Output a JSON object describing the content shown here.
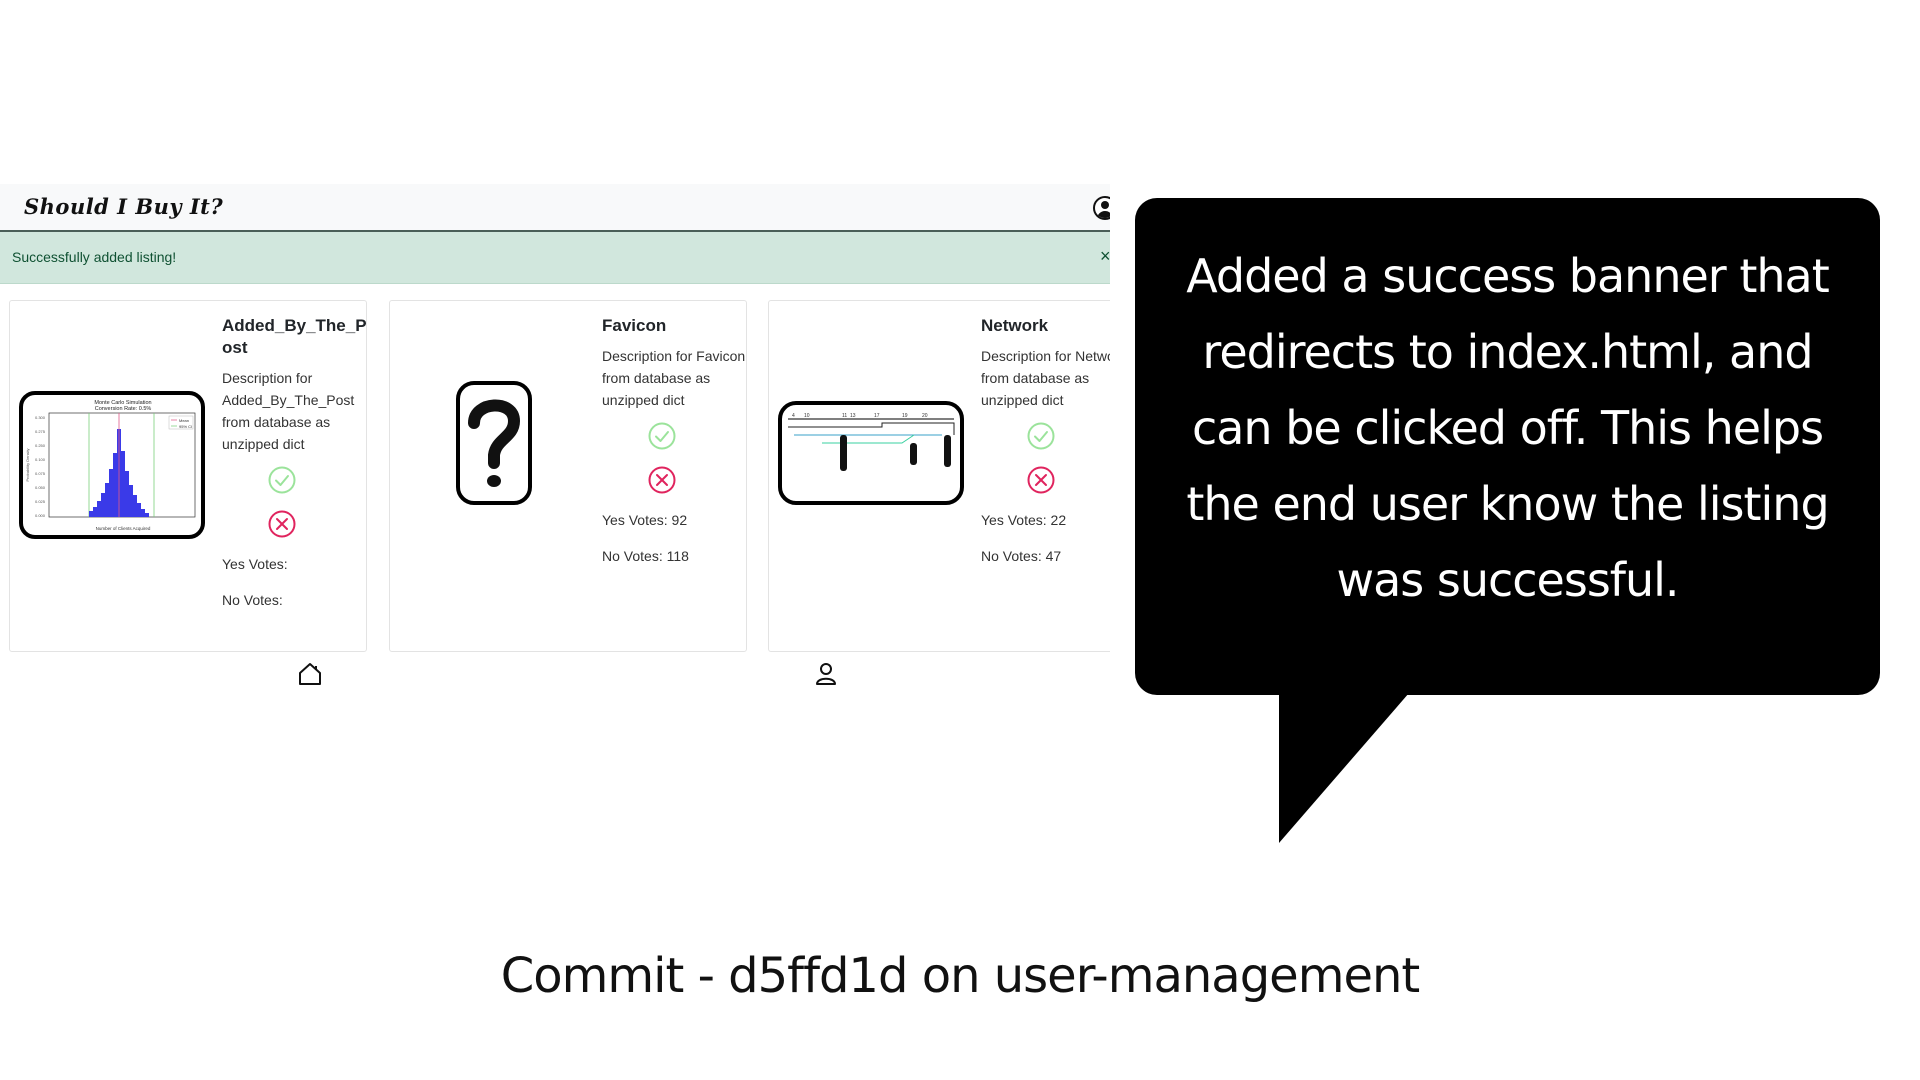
{
  "app": {
    "brand": "Should I Buy It?",
    "alert": {
      "message": "Successfully added listing!",
      "close_glyph": "×"
    },
    "listings": [
      {
        "title": "Added_By_The_Post",
        "description": "Description for Added_By_The_Post from database as unzipped dict",
        "yes_votes_label": "Yes Votes:",
        "yes_votes": "",
        "no_votes_label": "No Votes:",
        "no_votes": ""
      },
      {
        "title": "Favicon",
        "description": "Description for Favicon from database as unzipped dict",
        "yes_votes_label": "Yes Votes:",
        "yes_votes": "92",
        "no_votes_label": "No Votes:",
        "no_votes": "118"
      },
      {
        "title": "Network",
        "description": "Description for Network from database as unzipped dict",
        "yes_votes_label": "Yes Votes:",
        "yes_votes": "22",
        "no_votes_label": "No Votes:",
        "no_votes": "47"
      }
    ],
    "footer_icons": [
      "home-icon",
      "user-icon"
    ],
    "icons": {
      "profile": "user-circle-icon",
      "vote_yes": "check-circle-icon",
      "vote_no": "x-circle-icon"
    },
    "colors": {
      "alert_bg": "#d1e7dd",
      "alert_text": "#0f5132",
      "yes": "#9be39b",
      "no": "#e0245e"
    }
  },
  "thumbnail_chart": {
    "title": "Monte Carlo Simulation",
    "subtitle": "Conversion Rate: 0.5%",
    "xlabel": "Number of Clients Acquired",
    "ylabel": "Probability Density",
    "legend": [
      "Mean",
      "95% CI"
    ]
  },
  "annotation": {
    "text": "Added a success banner that redirects to index.html, and can be clicked off. This helps the end user know the listing was successful."
  },
  "caption": "Commit - d5ffd1d on user-management"
}
